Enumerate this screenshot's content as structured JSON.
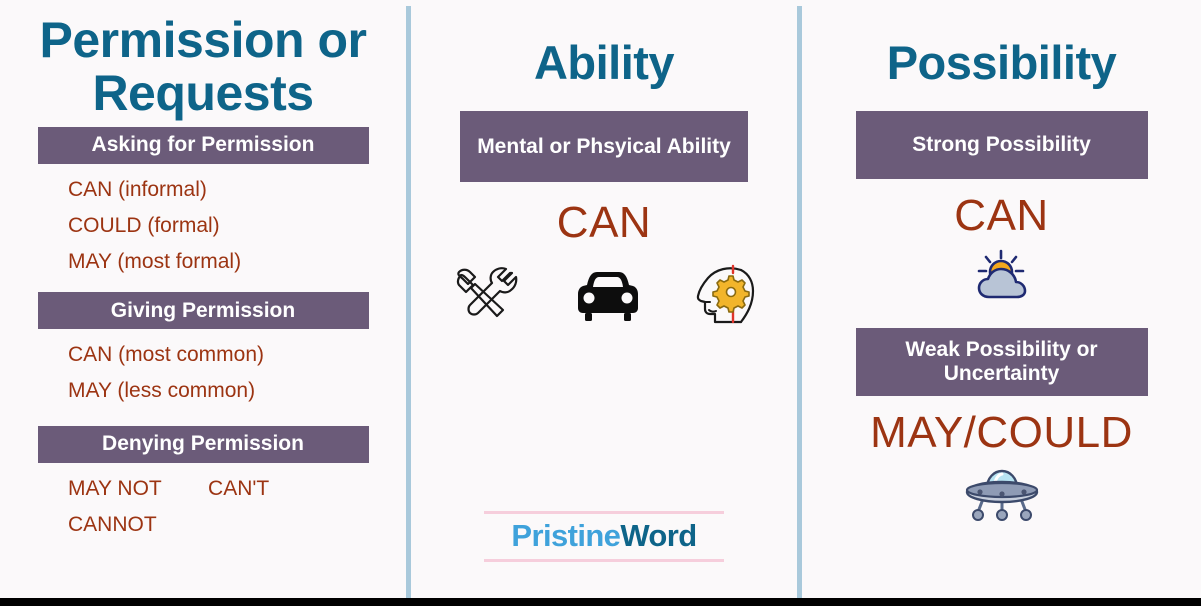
{
  "theme": {
    "background": "#FBF9FA",
    "heading_blue": "#0E6489",
    "bar_purple": "#6B5B79",
    "modal_red": "#9C3412",
    "divider_blue": "#A9C9DB",
    "logo_light_blue": "#3FA2DB",
    "logo_dark_blue": "#0E6489",
    "logo_rule_pink": "#F6CEDC",
    "bottom_band": "#000000"
  },
  "columns": {
    "left": {
      "title": "Permission or Requests",
      "sections": [
        {
          "bar_label": "Asking for Permission",
          "items": [
            "CAN (informal)",
            "COULD (formal)",
            "MAY (most formal)"
          ]
        },
        {
          "bar_label": "Giving Permission",
          "items": [
            "CAN (most common)",
            "MAY (less common)"
          ]
        },
        {
          "bar_label": "Denying Permission",
          "items": [
            "MAY NOT        CAN'T",
            "CANNOT"
          ]
        }
      ]
    },
    "middle": {
      "title": "Ability",
      "bar_label": "Mental or Phsyical Ability",
      "modal": "CAN",
      "icons": [
        "hammer-and-wrench-icon",
        "car-icon",
        "head-with-gear-icon"
      ]
    },
    "right": {
      "title": "Possibility",
      "sections": [
        {
          "bar_label": "Strong Possibility",
          "modal": "CAN",
          "icon": "sun-behind-cloud-icon"
        },
        {
          "bar_label": "Weak Possibility or Uncertainty",
          "modal": "MAY/COULD",
          "icon": "flying-saucer-icon"
        }
      ]
    }
  },
  "logo": {
    "part1": "Pristine",
    "part2": "Word"
  }
}
